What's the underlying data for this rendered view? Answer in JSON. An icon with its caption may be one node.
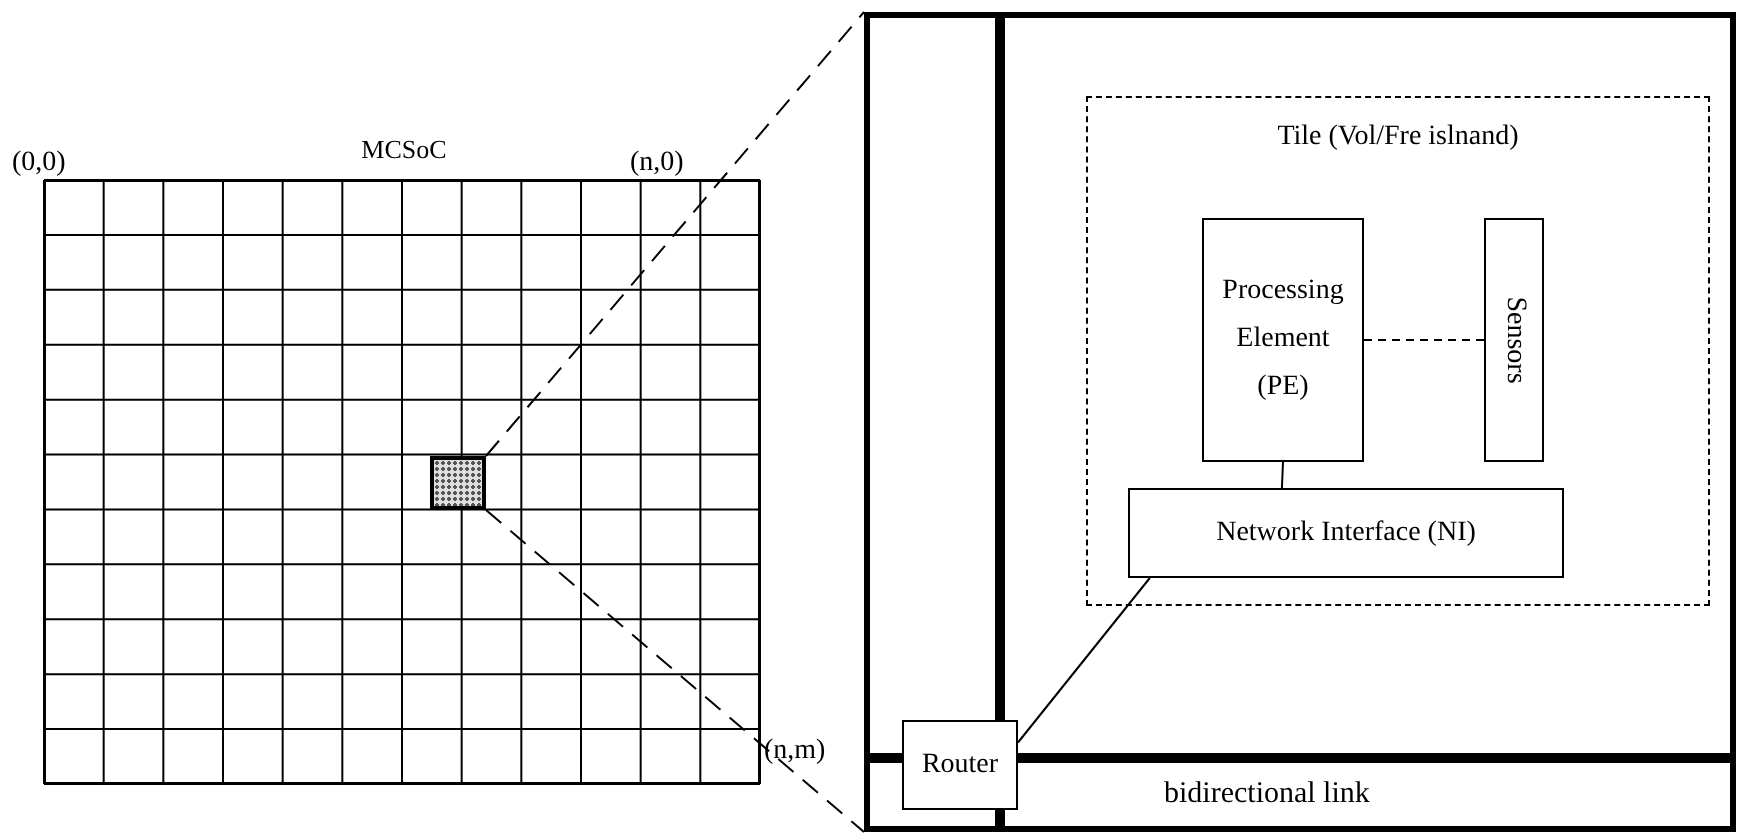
{
  "diagram": {
    "nodes": [
      {
        "text": [
          "MCSoC"
        ]
      },
      {
        "text": [],
        "shape": "box",
        "in": 0
      },
      {
        "text": [],
        "shape": "box"
      },
      {
        "text": [
          "Tile (Vol/Fre islnand)"
        ],
        "in": 2
      },
      {
        "text": [
          "Processing Element (PE)"
        ],
        "in": 3
      },
      {
        "text": [
          "Sensors"
        ],
        "in": 3
      },
      {
        "text": [
          "Network Interface (NI)"
        ],
        "in": 3
      },
      {
        "text": [
          "Router"
        ],
        "in": 2
      }
    ],
    "edges": [
      {
        "from": 1,
        "to": 2,
        "arrow": "none",
        "style": "dashed"
      },
      {
        "from": 1,
        "to": 2,
        "arrow": "none",
        "style": "dashed"
      },
      {
        "from": 4,
        "to": 5,
        "arrow": "none",
        "style": "dashed"
      },
      {
        "from": 4,
        "to": 6,
        "arrow": "none"
      },
      {
        "from": 6,
        "to": 7,
        "arrow": "none"
      }
    ],
    "labels": [
      "(0,0)",
      "(n,0)",
      "(n,m)",
      "bidirectional link"
    ]
  }
}
